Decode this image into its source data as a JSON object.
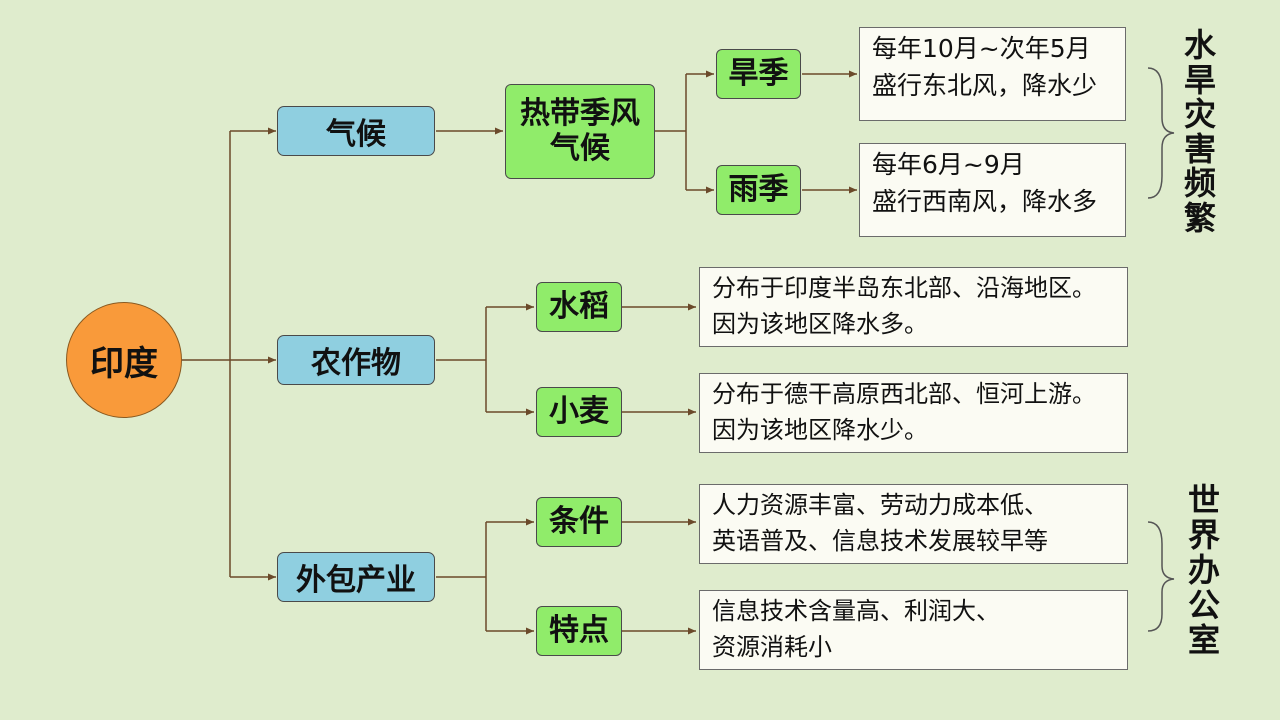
{
  "root": {
    "label": "印度"
  },
  "categories": {
    "climate": {
      "label": "气候"
    },
    "crops": {
      "label": "农作物"
    },
    "outsourcing": {
      "label": "外包产业"
    }
  },
  "climate_type": {
    "label": "热带季风\n气候"
  },
  "seasons": {
    "dry": {
      "label": "旱季",
      "lines": [
        "每年10月~次年5月",
        "盛行东北风，降水少"
      ]
    },
    "wet": {
      "label": "雨季",
      "lines": [
        "每年6月~9月",
        "盛行西南风，降水多"
      ]
    }
  },
  "crops": {
    "rice": {
      "label": "水稻",
      "lines": [
        "分布于印度半岛东北部、沿海地区。",
        "因为该地区降水多。"
      ]
    },
    "wheat": {
      "label": "小麦",
      "lines": [
        "分布于德干高原西北部、恒河上游。",
        "因为该地区降水少。"
      ]
    }
  },
  "outsourcing": {
    "conditions": {
      "label": "条件",
      "lines": [
        "人力资源丰富、劳动力成本低、",
        "英语普及、信息技术发展较早等"
      ]
    },
    "features": {
      "label": "特点",
      "lines": [
        "信息技术含量高、利润大、",
        "资源消耗小"
      ]
    }
  },
  "side_labels": {
    "drought": "水旱灾害频繁",
    "office": "世界办公室"
  },
  "colors": {
    "background": "#dfeccd",
    "root": "#f99a3a",
    "category": "#8fcfe0",
    "subcategory": "#90ec6a",
    "leaf": "#fbfbf3",
    "connector": "#6b4a2a"
  }
}
